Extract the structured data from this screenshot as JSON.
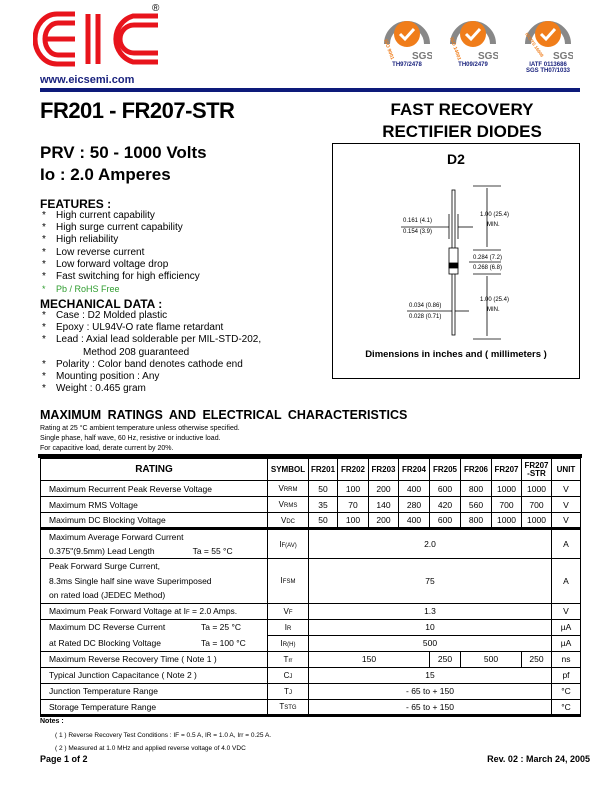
{
  "header": {
    "logo_text": "EIC",
    "registered": "®",
    "website": "www.eicsemi.com",
    "certs": [
      {
        "label": "TH97/2478",
        "std": "ISO 9001"
      },
      {
        "label": "TH09/2479",
        "std": "ISO 14001"
      },
      {
        "label": "IATF 0113686",
        "label2": "SGS TH07/1033",
        "std": "ISO/TS 16949"
      }
    ],
    "cert_brand": "SGS"
  },
  "title": "FR201 - FR207-STR",
  "prv": "PRV : 50 - 1000 Volts",
  "io": "Io : 2.0 Amperes",
  "right_title": [
    "FAST RECOVERY",
    "RECTIFIER DIODES"
  ],
  "package": {
    "name": "D2",
    "dims": {
      "body_dia_max": "0.161 (4.1)",
      "body_dia_min": "0.154 (3.9)",
      "lead_len_top": "1.00 (25.4)",
      "min": "MIN.",
      "body_len_max": "0.284 (7.2)",
      "body_len_min": "0.268 (6.8)",
      "lead_len_bottom": "1.00 (25.4)",
      "lead_dia_max": "0.034 (0.86)",
      "lead_dia_min": "0.028 (0.71)"
    },
    "caption": "Dimensions in inches and ( millimeters )"
  },
  "features": {
    "heading": "FEATURES :",
    "items": [
      "High current capability",
      "High surge current capability",
      "High reliability",
      "Low reverse current",
      "Low forward voltage drop",
      "Fast switching for high efficiency"
    ],
    "green_item": "Pb / RoHS Free"
  },
  "mechanical": {
    "heading": "MECHANICAL  DATA :",
    "items": [
      "Case : D2  Molded plastic",
      "Epoxy : UL94V-O rate flame retardant",
      "Lead : Axial lead solderable per MIL-STD-202,"
    ],
    "lead_cont": "Method 208 guaranteed",
    "items2": [
      "Polarity : Color band denotes cathode end",
      "Mounting  position : Any",
      "Weight : 0.465 gram"
    ]
  },
  "ratings": {
    "heading": "MAXIMUM RATINGS AND ELECTRICAL CHARACTERISTICS",
    "sub": [
      "Rating at  25 °C ambient temperature unless otherwise specified.",
      "Single phase, half wave, 60 Hz, resistive or inductive load.",
      "For capacitive load, derate current by 20%."
    ],
    "headers": [
      "RATING",
      "SYMBOL",
      "FR201",
      "FR202",
      "FR203",
      "FR204",
      "FR205",
      "FR206",
      "FR207",
      "FR207",
      "-STR",
      "UNIT"
    ],
    "rows": [
      {
        "r": "Maximum Recurrent Peak Reverse Voltage",
        "s": "V",
        "ss": "RRM",
        "v": [
          "50",
          "100",
          "200",
          "400",
          "600",
          "800",
          "1000",
          "1000"
        ],
        "u": "V"
      },
      {
        "r": "Maximum RMS Voltage",
        "s": "V",
        "ss": "RMS",
        "v": [
          "35",
          "70",
          "140",
          "280",
          "420",
          "560",
          "700",
          "700"
        ],
        "u": "V"
      },
      {
        "r": "Maximum DC Blocking Voltage",
        "s": "V",
        "ss": "DC",
        "v": [
          "50",
          "100",
          "200",
          "400",
          "600",
          "800",
          "1000",
          "1000"
        ],
        "u": "V"
      }
    ],
    "ifav": {
      "r1": "Maximum Average Forward Current",
      "r2": "0.375\"(9.5mm) Lead Length",
      "cond": "Ta = 55 °C",
      "s": "I",
      "ss": "F(AV)",
      "v": "2.0",
      "u": "A"
    },
    "ifsm": {
      "r1": "Peak Forward Surge Current,",
      "r2": "8.3ms Single half sine wave Superimposed",
      "r3": "on rated load (JEDEC Method)",
      "s": "I",
      "ss": "FSM",
      "v": "75",
      "u": "A"
    },
    "vf": {
      "r": "Maximum Peak Forward Voltage at I",
      "rs": "F",
      "r2": " = 2.0 Amps.",
      "s": "V",
      "ss": "F",
      "v": "1.3",
      "u": "V"
    },
    "ir": {
      "r": "Maximum DC Reverse Current",
      "cond": "Ta = 25 °C",
      "s": "I",
      "ss": "R",
      "v": "10",
      "u": "µA"
    },
    "irh": {
      "r": "at Rated DC Blocking Voltage",
      "cond": "Ta = 100 °C",
      "s": "I",
      "ss": "R(H)",
      "v": "500",
      "u": "µA"
    },
    "trr": {
      "r": "Maximum Reverse Recovery Time ( Note 1 )",
      "s": "T",
      "ss": "rr",
      "v": [
        "150",
        "250",
        "500",
        "250"
      ],
      "u": "ns"
    },
    "cj": {
      "r": "Typical Junction Capacitance ( Note 2 )",
      "s": "C",
      "ss": "J",
      "v": "15",
      "u": "pf"
    },
    "tj": {
      "r": "Junction Temperature Range",
      "s": "T",
      "ss": "J",
      "v": "- 65 to + 150",
      "u": "°C"
    },
    "tstg": {
      "r": "Storage Temperature Range",
      "s": "T",
      "ss": "STG",
      "v": "- 65 to + 150",
      "u": "°C"
    }
  },
  "notes": {
    "heading": "Notes :",
    "n1": "( 1 )  Reverse Recovery Test Conditions : IF = 0.5 A, IR = 1.0 A, Irr = 0.25 A.",
    "n2": "( 2 )  Measured at 1.0 MHz and applied reverse voltage of 4.0 VDC"
  },
  "footer": {
    "page": "Page 1 of 2",
    "rev": "Rev. 02 : March 24, 2005"
  }
}
